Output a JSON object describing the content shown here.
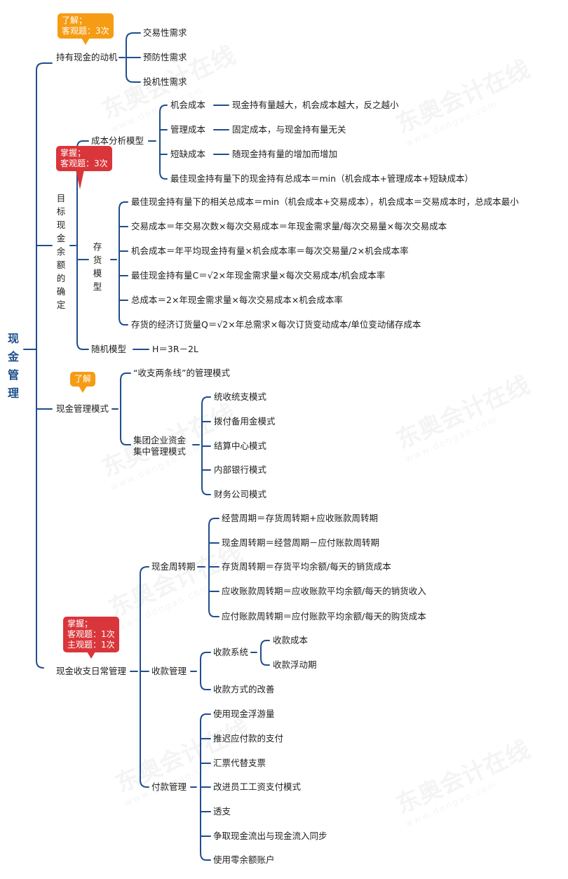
{
  "root": "现金管理",
  "badges": {
    "motive": "了解；\n客观题：3次",
    "target": "掌握；\n客观题：3次",
    "mode": "了解",
    "daily": "掌握；\n客观题：1次\n主观题：1次"
  },
  "watermark": {
    "brand": "东奥会计在线",
    "url": "www.dongao.com"
  },
  "motive": {
    "label": "持有现金的动机",
    "items": [
      "交易性需求",
      "预防性需求",
      "投机性需求"
    ]
  },
  "target": {
    "label": "目标现金余额的确定",
    "cost_model": {
      "label": "成本分析模型",
      "items": [
        {
          "name": "机会成本",
          "desc": "现金持有量越大，机会成本越大，反之越小"
        },
        {
          "name": "管理成本",
          "desc": "固定成本，与现金持有量无关"
        },
        {
          "name": "短缺成本",
          "desc": "随现金持有量的增加而增加"
        }
      ],
      "summary": "最佳现金持有量下的现金持有总成本＝min（机会成本+管理成本+短缺成本）"
    },
    "inventory_model": {
      "label": "存货模型",
      "items": [
        "最佳现金持有量下的相关总成本＝min（机会成本+交易成本），机会成本＝交易成本时，总成本最小",
        "交易成本＝年交易次数×每次交易成本＝年现金需求量/每次交易量×每次交易成本",
        "机会成本＝年平均现金持有量×机会成本率＝每次交易量/2×机会成本率",
        "最佳现金持有量C＝√2×年现金需求量×每次交易成本/机会成本率",
        "总成本＝2×年现金需求量×每次交易成本×机会成本率",
        "存货的经济订货量Q＝√2×年总需求×每次订货变动成本/单位变动储存成本"
      ]
    },
    "random_model": {
      "label": "随机模型",
      "formula": "H＝3R－2L"
    }
  },
  "mode": {
    "label": "现金管理模式",
    "two_lines": "“收支两条线”的管理模式",
    "group": {
      "label": "集团企业资金集中管理模式",
      "items": [
        "统收统支模式",
        "拨付备用金模式",
        "结算中心模式",
        "内部银行模式",
        "财务公司模式"
      ]
    }
  },
  "daily": {
    "label": "现金收支日常管理",
    "turnover": {
      "label": "现金周转期",
      "items": [
        "经营周期＝存货周转期+应收账款周转期",
        "现金周转期＝经营周期－应付账款周转期",
        "存货周转期＝存货平均余额/每天的销货成本",
        "应收账款周转期＝应收账款平均余额/每天的销货收入",
        "应付账款周转期＝应付账款平均余额/每天的购货成本"
      ]
    },
    "collection": {
      "label": "收款管理",
      "system": {
        "label": "收款系统",
        "items": [
          "收款成本",
          "收款浮动期"
        ]
      },
      "improve": "收款方式的改善"
    },
    "payment": {
      "label": "付款管理",
      "items": [
        "使用现金浮游量",
        "推迟应付款的支付",
        "汇票代替支票",
        "改进员工工资支付模式",
        "透支",
        "争取现金流出与现金流入同步",
        "使用零余额账户"
      ]
    }
  },
  "colors": {
    "line": "#1f4e8c",
    "orange": "#f59c14",
    "red": "#d9363b"
  }
}
